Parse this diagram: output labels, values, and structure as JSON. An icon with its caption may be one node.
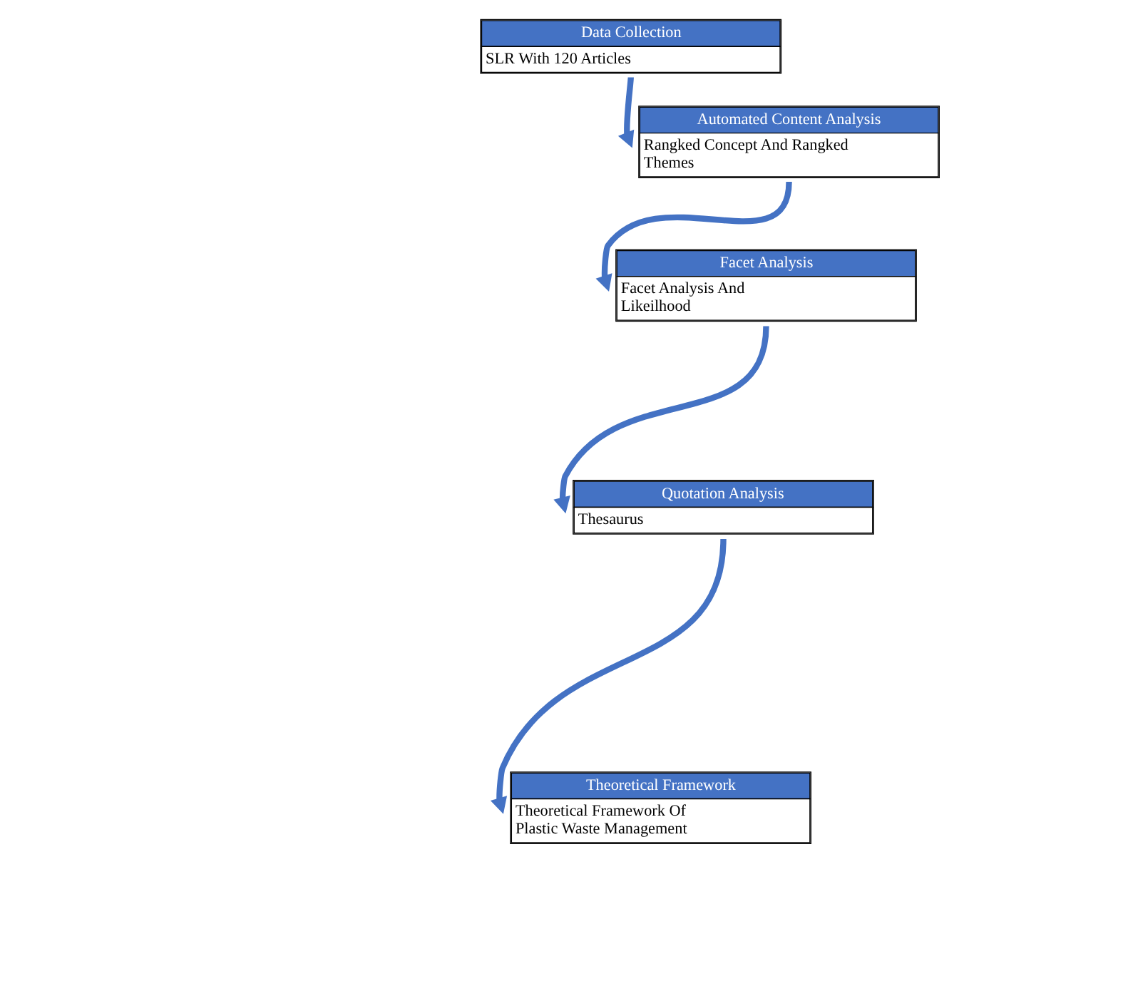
{
  "diagram": {
    "nodes": [
      {
        "text": [
          "Data Collection",
          "SLR With 120 Articles"
        ]
      },
      {
        "text": [
          "Automated Content Analysis",
          "Rangked Concept And Rangked Themes"
        ]
      },
      {
        "text": [
          "Facet Analysis",
          "Facet Analysis And Likeilhood"
        ]
      },
      {
        "text": [
          "Quotation Analysis",
          "Thesaurus"
        ]
      },
      {
        "text": [
          "Theoretical Framework",
          "Theoretical Framework Of Plastic Waste Management"
        ]
      }
    ],
    "edges": [
      {
        "from": 0,
        "to": 1,
        "arrow": "to"
      },
      {
        "from": 1,
        "to": 2,
        "arrow": "to"
      },
      {
        "from": 2,
        "to": 3,
        "arrow": "to"
      },
      {
        "from": 3,
        "to": 4,
        "arrow": "to"
      }
    ]
  }
}
